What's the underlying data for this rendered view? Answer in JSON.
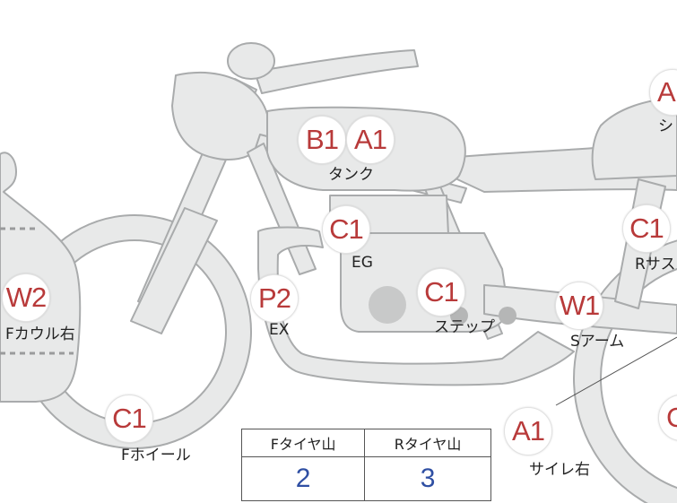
{
  "colors": {
    "body_fill": "#e8e9e9",
    "outline": "#a9abac",
    "grade_text": "#b83a3a",
    "value_text": "#2f4fa3",
    "dash": "#9a9b9c",
    "engine_dot": "#c8c9c9"
  },
  "markers": {
    "tank_b1": "B1",
    "tank_a1": "A1",
    "tank_label": "タンク",
    "eg_grade": "C1",
    "eg_label": "EG",
    "step_grade": "C1",
    "step_label": "ステップ",
    "ex_grade": "P2",
    "ex_label": "EX",
    "fcowl_grade": "W2",
    "fcowl_label": "Fカウル右",
    "fwheel_grade": "C1",
    "fwheel_label": "Fホイール",
    "swingarm_grade": "W1",
    "swingarm_label": "Sアーム",
    "silencer_grade": "A1",
    "silencer_label": "サイレ右",
    "rsus_grade": "C1",
    "rsus_label": "Rサス",
    "seat_grade": "A",
    "seat_label": "シ",
    "rwheel_grade": "C"
  },
  "tread_table": {
    "front_header": "Fタイヤ山",
    "rear_header": "Rタイヤ山",
    "front_value": "2",
    "rear_value": "3"
  }
}
